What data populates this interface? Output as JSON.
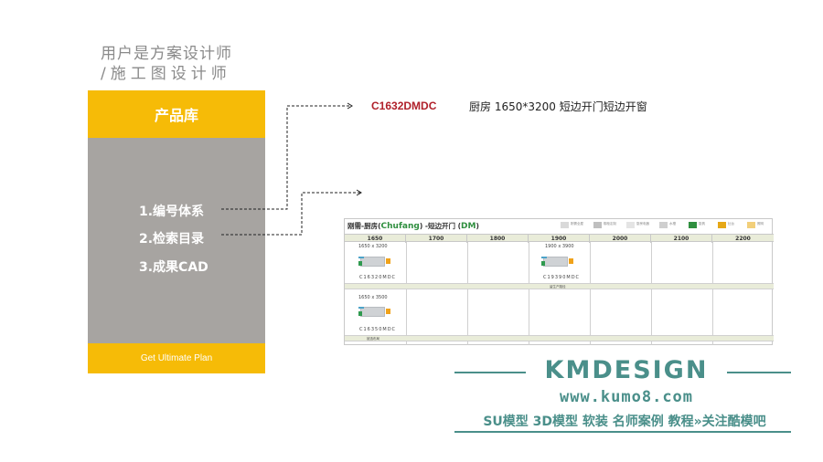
{
  "subtitle": {
    "line1": "用户是方案设计师",
    "line2": "/施工图设计师"
  },
  "panel": {
    "header": "产品库",
    "items": [
      "1.编号体系",
      "2.检索目录",
      "3.成果CAD"
    ],
    "footer": "Get Ultimate Plan",
    "colors": {
      "accent": "#f6bb07",
      "body": "#a7a4a1"
    }
  },
  "product": {
    "code": "C1632DMDC",
    "description": "厨房  1650*3200 短边开门短边开窗"
  },
  "sheet": {
    "title_main": "刚需-厨房(",
    "title_latin": "Chufang",
    "title_mid": ") -短边开门 (",
    "title_code": "DM",
    "title_end": ")",
    "legend": [
      "刚需全屋",
      "橱柜定制",
      "厨房电器",
      "水槽",
      "厨具",
      "灶台",
      "照明"
    ],
    "columns": [
      "1650",
      "1700",
      "1800",
      "1900",
      "2000",
      "2100",
      "2200"
    ],
    "row1": {
      "cells": [
        {
          "size": "1650 x 3200",
          "code": "C16320MDC"
        },
        {
          "size": "1900 x 3900",
          "code": "C19390MDC"
        }
      ],
      "band_note": "留生产路径"
    },
    "row2": {
      "cells": [
        {
          "size": "1650 x 3500",
          "code": "C16350MDC"
        }
      ],
      "band_note": "被选布局"
    }
  },
  "brand": {
    "name": "KMDESIGN",
    "url": "www.kumo8.com",
    "tagline": "SU模型 3D模型 软装 名师案例 教程»关注酷模吧",
    "color": "#4a8f8a"
  }
}
